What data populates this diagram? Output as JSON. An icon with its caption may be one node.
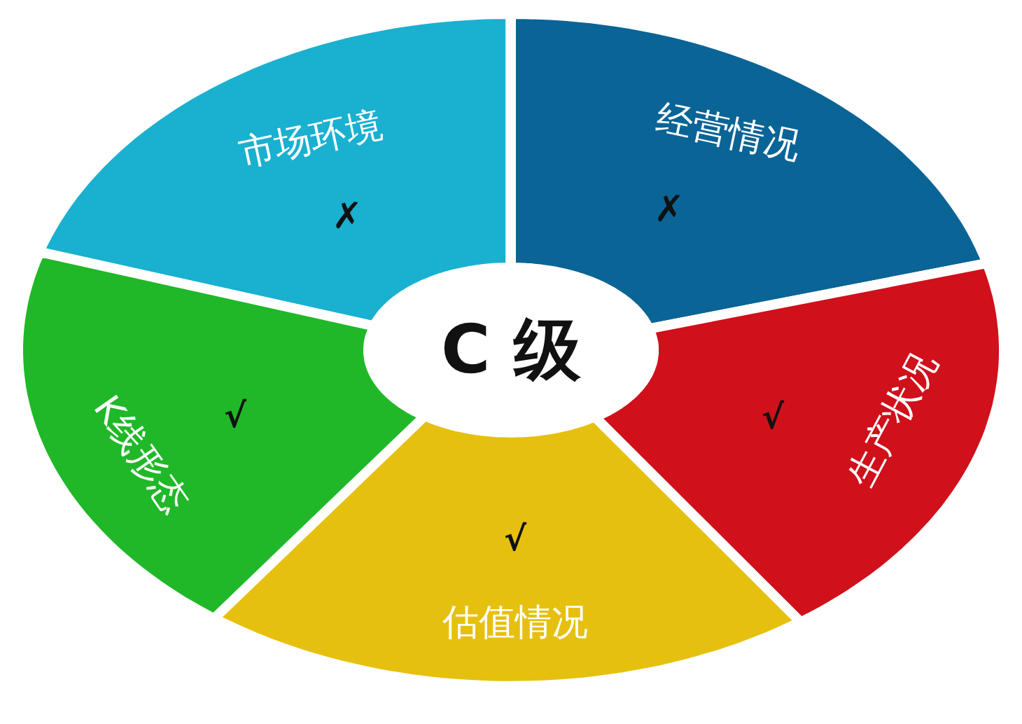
{
  "diagram": {
    "nodes": [
      {
        "text": [
          "市场环境",
          "✗"
        ]
      },
      {
        "text": [
          "经营情况",
          "✗"
        ]
      },
      {
        "text": [
          "C 级"
        ]
      },
      {
        "text": [
          "K线形态",
          "√"
        ]
      },
      {
        "text": [
          "生产状况",
          "√"
        ]
      },
      {
        "text": [
          "√",
          "估值情况"
        ]
      }
    ]
  }
}
